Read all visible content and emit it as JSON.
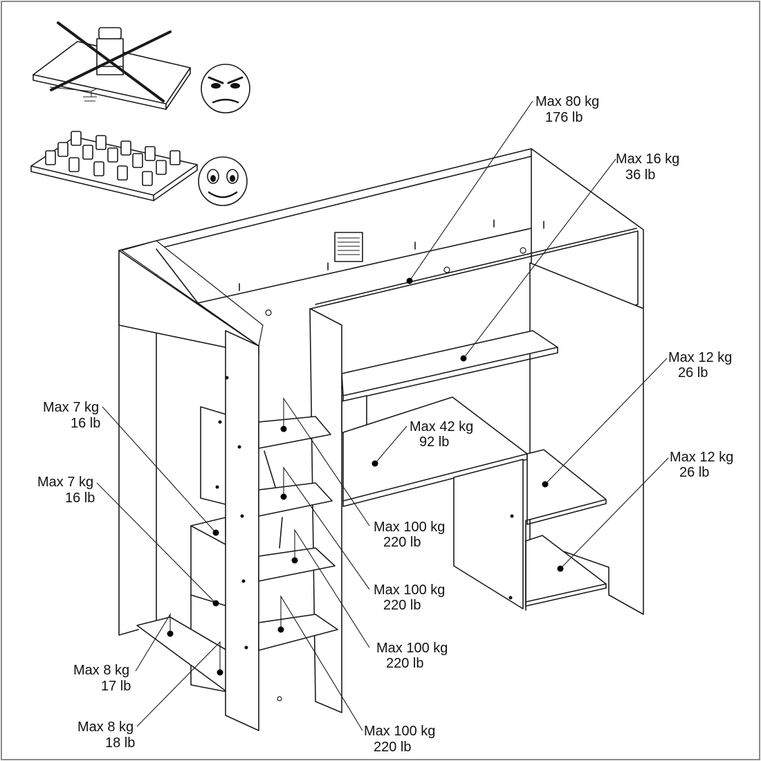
{
  "illustration": {
    "icons": {
      "wrong_load": "single-heavy-weight-crossed-icon",
      "wrong_face": "angry-face-icon",
      "right_load": "distributed-weights-icon",
      "right_face": "smiling-face-icon"
    }
  },
  "labels": [
    {
      "id": "bed-base",
      "kg": "Max 80 kg",
      "lb": "176 lb"
    },
    {
      "id": "upper-shelf",
      "kg": "Max 16 kg",
      "lb": "36 lb"
    },
    {
      "id": "right-shelf-upper",
      "kg": "Max 12 kg",
      "lb": "26 lb"
    },
    {
      "id": "right-shelf-lower",
      "kg": "Max 12 kg",
      "lb": "26 lb"
    },
    {
      "id": "desk-top",
      "kg": "Max 42 kg",
      "lb": "92 lb"
    },
    {
      "id": "step-1",
      "kg": "Max 100 kg",
      "lb": "220 lb"
    },
    {
      "id": "step-2",
      "kg": "Max 100 kg",
      "lb": "220 lb"
    },
    {
      "id": "step-3",
      "kg": "Max 100 kg",
      "lb": "220 lb"
    },
    {
      "id": "step-4",
      "kg": "Max 100 kg",
      "lb": "220 lb"
    },
    {
      "id": "side-shelf-upper",
      "kg": "Max 7 kg",
      "lb": "16 lb"
    },
    {
      "id": "side-shelf-middle",
      "kg": "Max 7 kg",
      "lb": "16 lb"
    },
    {
      "id": "bottom-shelf-front",
      "kg": "Max 8 kg",
      "lb": "17 lb"
    },
    {
      "id": "bottom-shelf-inner",
      "kg": "Max 8 kg",
      "lb": "18 lb"
    }
  ]
}
